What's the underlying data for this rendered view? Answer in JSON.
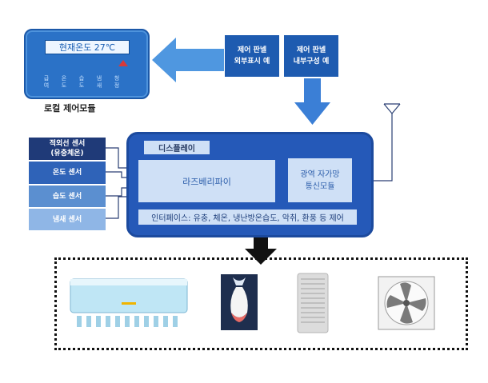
{
  "local_panel": {
    "display_text": "현재온도 27℃",
    "buttons": [
      [
        "급",
        "여"
      ],
      [
        "온",
        "도"
      ],
      [
        "습",
        "도"
      ],
      [
        "냄",
        "새"
      ],
      [
        "청",
        "정"
      ]
    ],
    "caption": "로컬 제어모듈"
  },
  "top_labels": {
    "external": "제어 판넬\n외부표시 예",
    "internal": "제어 판넬\n내부구성 예"
  },
  "main_module": {
    "display": "디스플레이",
    "raspberry_pi": "라즈베리파이",
    "comm_module": "광역 자가망\n통신모듈",
    "interface": "인터페이스: 유충, 체온, 냉난방온습도, 악취, 환풍 등 제어"
  },
  "sensors": [
    {
      "label": "적외선 센서\n(유충체온)",
      "color": "#1f3a78"
    },
    {
      "label": "온도 센서",
      "color": "#2f63b8"
    },
    {
      "label": "습도 센서",
      "color": "#5b8fd0"
    },
    {
      "label": "냄새 센서",
      "color": "#8fb6e6"
    }
  ],
  "devices": [
    "air-conditioner",
    "humidifier",
    "air-purifier",
    "ventilation-fan"
  ],
  "colors": {
    "primary": "#2559b8",
    "arrow_light": "#4f97e0",
    "panel": "#2b72c7"
  }
}
